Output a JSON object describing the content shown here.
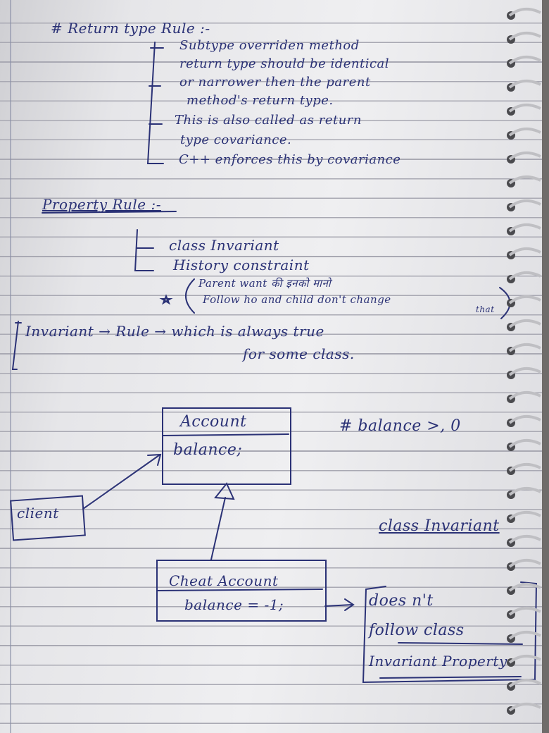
{
  "return_rule": {
    "heading": "# Return type Rule :-",
    "line1": "Subtype overriden method",
    "line2": "return type should be identical",
    "line3": "or narrower then the parent",
    "line4": "method's return type.",
    "line5": "This is also called as return",
    "line6": "type covariance.",
    "line7": "C++  enforces this by covariance"
  },
  "property_rule": {
    "heading": "Property Rule :-",
    "item1": "class Invariant",
    "item2": "History constraint",
    "note1": "Parent want की इनको मानो",
    "note2": "Follow ho and child don't change",
    "note3": "that"
  },
  "invariant_def": {
    "line1": "Invariant → Rule → which is always true",
    "line2": "for some class."
  },
  "diagram": {
    "account_title": "Account",
    "account_field": "balance;",
    "balance_note": "# balance >, 0",
    "client": "client",
    "class_invariant": "class Invariant",
    "cheat_title": "Cheat Account",
    "cheat_field": "balance = -1;",
    "note_line1": "does n't",
    "note_line2": "follow class",
    "note_line3": "Invariant Property"
  }
}
